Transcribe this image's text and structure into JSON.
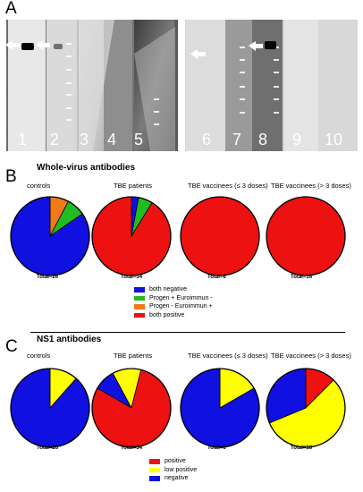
{
  "panel_a": {
    "letter": "A",
    "lane_labels": [
      "1",
      "2",
      "3",
      "4",
      "5",
      "6",
      "7",
      "8",
      "9",
      "10"
    ]
  },
  "panel_b": {
    "letter": "B",
    "title": "Whole-virus antibodies",
    "groups": [
      {
        "label": "controls",
        "total": "Total=26"
      },
      {
        "label": "TBE patients",
        "total": "Total=34"
      },
      {
        "label": "TBE vaccinees (≤ 3 doses)",
        "total": "Total=6"
      },
      {
        "label": "TBE vaccinees (> 3 doses)",
        "total": "Total=16"
      }
    ],
    "legend": [
      {
        "label": "both negative",
        "color": "#1010e0"
      },
      {
        "label": "Progen + Euroimmun -",
        "color": "#22bb22"
      },
      {
        "label": "Progen - Euroimmun +",
        "color": "#f07a18"
      },
      {
        "label": "both positive",
        "color": "#ee1111"
      }
    ]
  },
  "panel_c": {
    "letter": "C",
    "title": "NS1 antibodies",
    "groups": [
      {
        "label": "controls",
        "total": "Total=26"
      },
      {
        "label": "TBE patients",
        "total": "Total=34"
      },
      {
        "label": "TBE vaccinees (≤ 3 doses)",
        "total": "Total=6"
      },
      {
        "label": "TBE vaccinees (> 3 doses)",
        "total": "Total=16"
      }
    ],
    "legend": [
      {
        "label": "positive",
        "color": "#ee1111"
      },
      {
        "label": "low positive",
        "color": "#ffff00"
      },
      {
        "label": "negative",
        "color": "#1010e0"
      }
    ]
  },
  "chart_data": [
    {
      "type": "pie",
      "title": "controls",
      "categories": [
        "both negative",
        "Progen + Euroimmun -",
        "Progen - Euroimmun +",
        "both positive"
      ],
      "values": [
        22,
        2,
        2,
        0
      ],
      "colors": [
        "#1010e0",
        "#22bb22",
        "#f07a18",
        "#ee1111"
      ]
    },
    {
      "type": "pie",
      "title": "TBE patients",
      "categories": [
        "both negative",
        "Progen + Euroimmun -",
        "Progen - Euroimmun +",
        "both positive"
      ],
      "values": [
        1,
        2,
        0,
        31
      ],
      "colors": [
        "#1010e0",
        "#22bb22",
        "#f07a18",
        "#ee1111"
      ]
    },
    {
      "type": "pie",
      "title": "TBE vaccinees (≤ 3 doses)",
      "categories": [
        "both negative",
        "Progen + Euroimmun -",
        "Progen - Euroimmun +",
        "both positive"
      ],
      "values": [
        0,
        0,
        0,
        6
      ],
      "colors": [
        "#1010e0",
        "#22bb22",
        "#f07a18",
        "#ee1111"
      ]
    },
    {
      "type": "pie",
      "title": "TBE vaccinees (> 3 doses)",
      "categories": [
        "both negative",
        "Progen + Euroimmun -",
        "Progen - Euroimmun +",
        "both positive"
      ],
      "values": [
        0,
        0,
        0,
        16
      ],
      "colors": [
        "#1010e0",
        "#22bb22",
        "#f07a18",
        "#ee1111"
      ]
    },
    {
      "type": "pie",
      "title": "controls",
      "categories": [
        "positive",
        "low positive",
        "negative"
      ],
      "values": [
        0,
        3,
        23
      ],
      "colors": [
        "#ee1111",
        "#ffff00",
        "#1010e0"
      ]
    },
    {
      "type": "pie",
      "title": "TBE patients",
      "categories": [
        "positive",
        "low positive",
        "negative"
      ],
      "values": [
        27,
        4,
        3
      ],
      "colors": [
        "#ee1111",
        "#ffff00",
        "#1010e0"
      ]
    },
    {
      "type": "pie",
      "title": "TBE vaccinees (≤ 3 doses)",
      "categories": [
        "positive",
        "low positive",
        "negative"
      ],
      "values": [
        0,
        1,
        5
      ],
      "colors": [
        "#ee1111",
        "#ffff00",
        "#1010e0"
      ]
    },
    {
      "type": "pie",
      "title": "TBE vaccinees (> 3 doses)",
      "categories": [
        "positive",
        "low positive",
        "negative"
      ],
      "values": [
        2,
        9,
        5
      ],
      "colors": [
        "#ee1111",
        "#ffff00",
        "#1010e0"
      ]
    }
  ]
}
